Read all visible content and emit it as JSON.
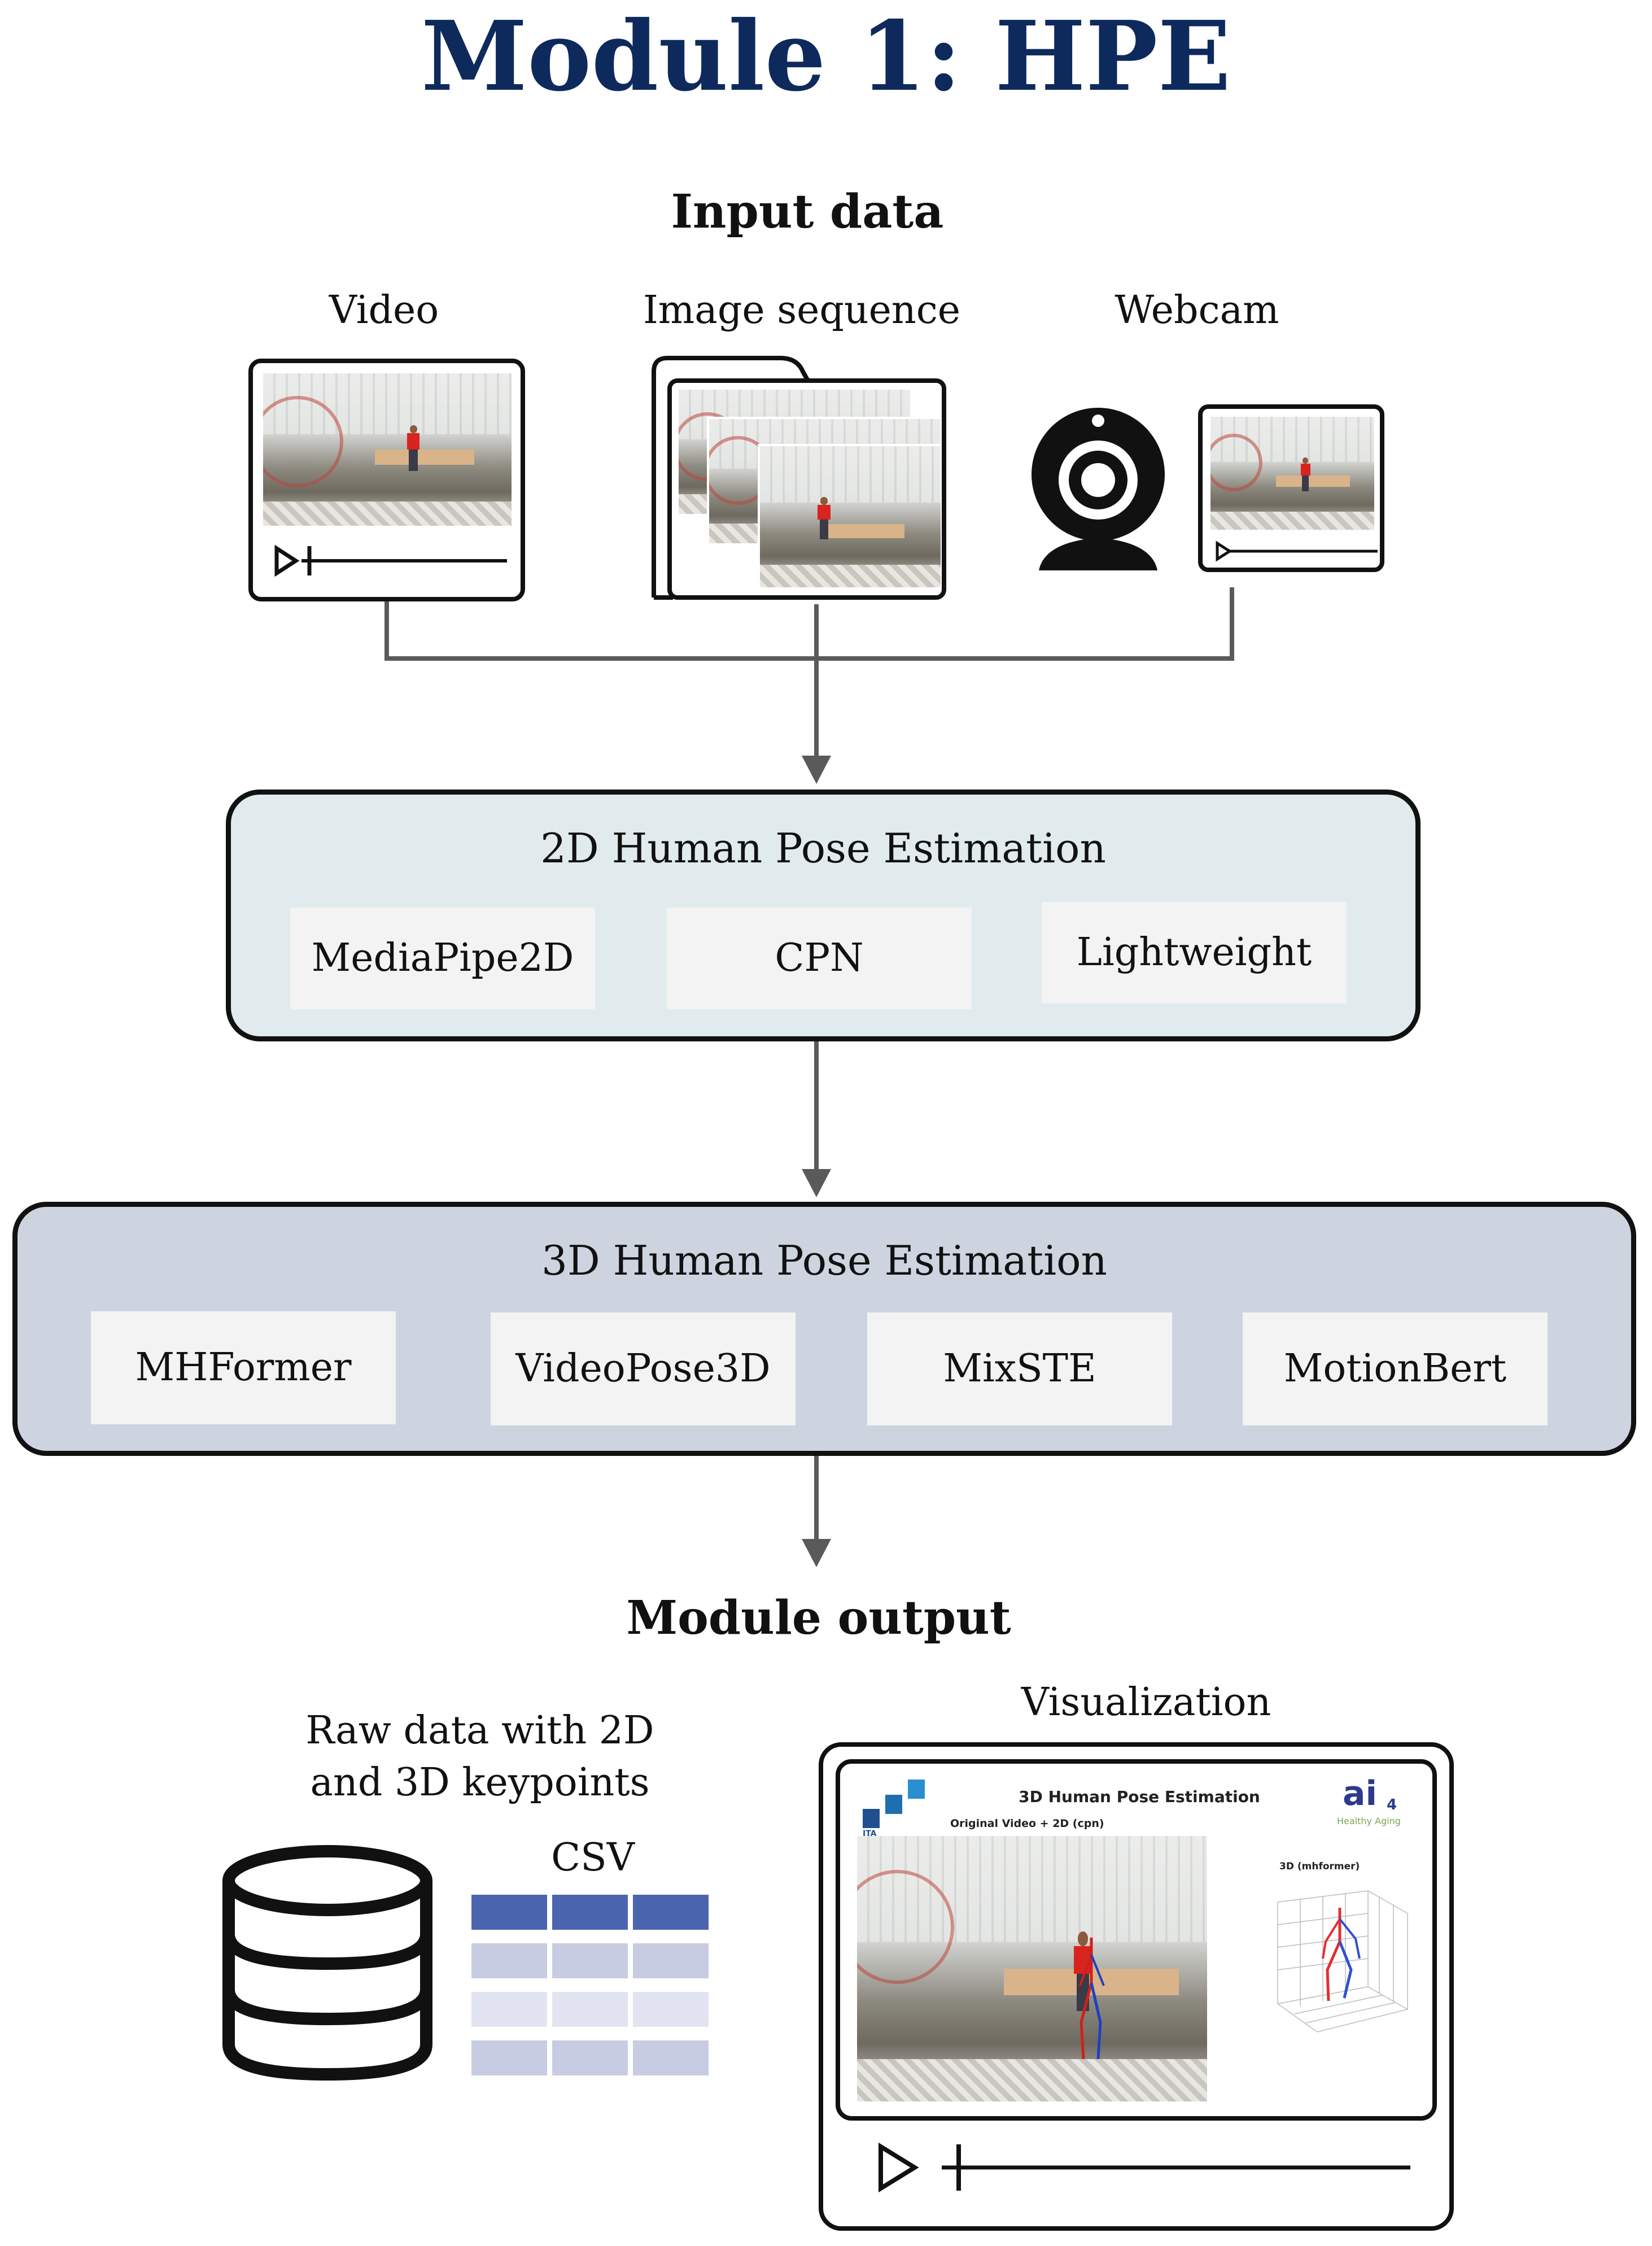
{
  "title": "Module 1: HPE",
  "input": {
    "heading": "Input data",
    "sources": [
      "Video",
      "Image sequence",
      "Webcam"
    ]
  },
  "stage2d": {
    "title": "2D Human Pose Estimation",
    "models": [
      "MediaPipe2D",
      "CPN",
      "Lightweight"
    ]
  },
  "stage3d": {
    "title": "3D Human Pose Estimation",
    "models": [
      "MHFormer",
      "VideoPose3D",
      "MixSTE",
      "MotionBert"
    ]
  },
  "output": {
    "heading": "Module output",
    "raw_label_line1": "Raw data with 2D",
    "raw_label_line2": "and 3D keypoints",
    "csv_label": "CSV",
    "visualization_label": "Visualization",
    "viz_screen": {
      "title": "3D Human Pose Estimation",
      "left_caption": "Original Video + 2D (cpn)",
      "right_caption": "3D (mhformer)",
      "logo_left_text": "ITA",
      "logo_right_main": "ai",
      "logo_right_sub": "Healthy Aging",
      "logo_right_digit": "4"
    }
  },
  "colors": {
    "title": "#0e2a5c",
    "box2d_fill": "#e1ebee",
    "box3d_fill": "#cdd4e0",
    "model_fill": "#f3f3f3",
    "connector": "#5a5a5a",
    "csv_header": "#4a64ae",
    "csv_row_a": "#c7cce2",
    "csv_row_b": "#e2e5f1"
  },
  "icons": [
    "play-icon",
    "webcam-icon",
    "database-icon",
    "csv-table-icon",
    "image-stack-icon"
  ]
}
